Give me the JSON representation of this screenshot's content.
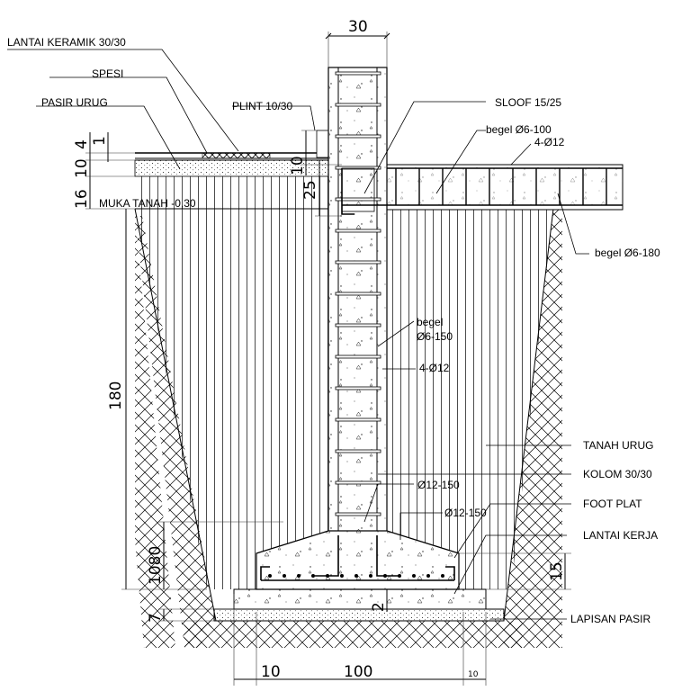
{
  "labels": {
    "lantai_keramik": "LANTAI KERAMIK 30/30",
    "spesi": "SPESI",
    "pasir_urug": "PASIR URUG",
    "plint": "PLINT 10/30",
    "muka_tanah": "MUKA TANAH -0,30",
    "sloof": "SLOOF 15/25",
    "begel_sloof_1": "begel Ø6-100",
    "tul_sloof": "4-Ø12",
    "begel_sloof_2": "begel Ø6-180",
    "begel_kolom_1": "begel",
    "begel_kolom_2": "Ø6-150",
    "tul_kolom": "4-Ø12",
    "tanah_urug": "TANAH URUG",
    "kolom": "KOLOM 30/30",
    "tul_foot_1": "Ø12-150",
    "foot_plat": "FOOT PLAT",
    "tul_foot_2": "Ø12-150",
    "lantai_kerja": "LANTAI KERJA",
    "lapisan_pasir": "LAPISAN PASIR"
  },
  "dimensions": {
    "column_width": "30",
    "d4": "4",
    "d1": "1",
    "d10_left": "10",
    "d16": "16",
    "d10_plint": "10",
    "d25": "25",
    "d180": "180",
    "d1080": "1080",
    "d7": "7",
    "d2": "2",
    "d15": "15",
    "bottom_10": "10",
    "bottom_100": "100",
    "bottom_10_small": "10"
  }
}
